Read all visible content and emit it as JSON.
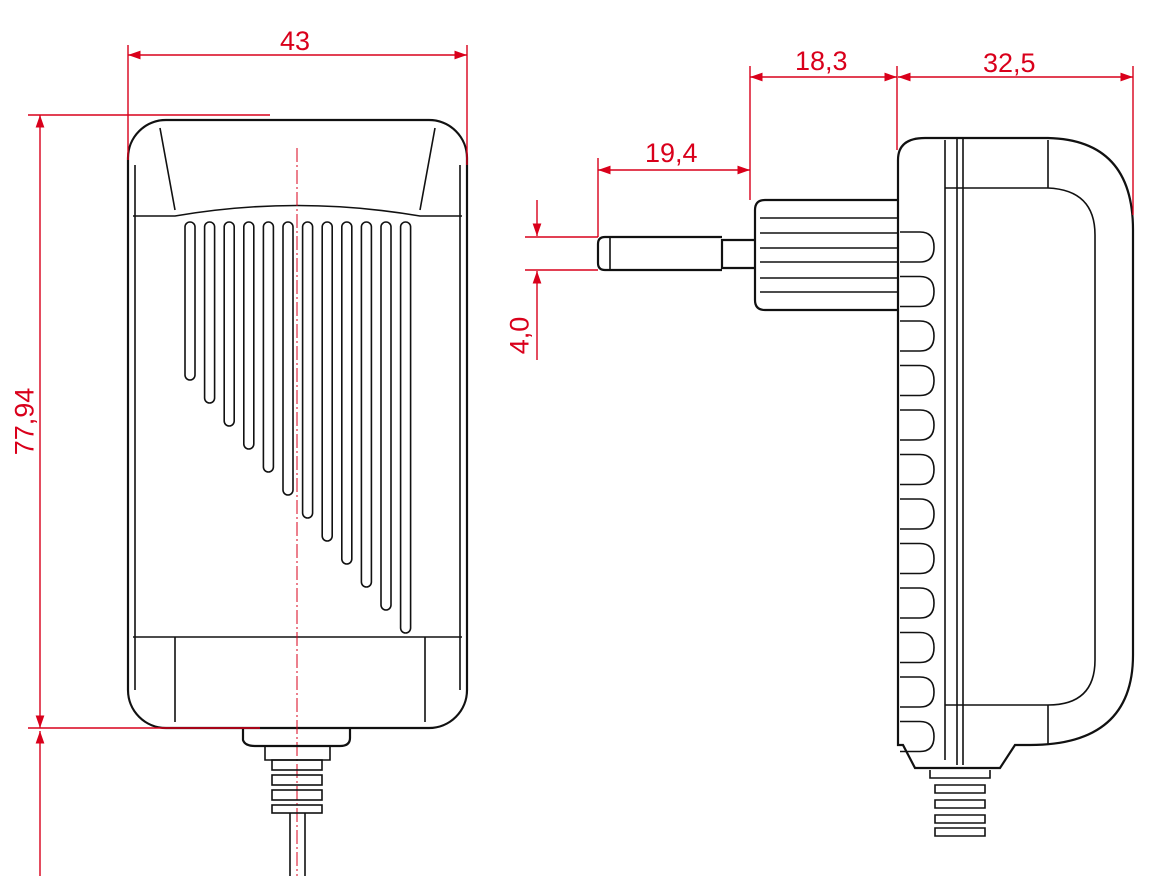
{
  "dimensions": {
    "front_width": "43",
    "front_height": "77,94",
    "pin_length": "19,4",
    "plug_depth": "18,3",
    "body_depth": "32,5",
    "pin_diameter": "4,0"
  },
  "colors": {
    "dimension": "#d9001b",
    "outline": "#111111"
  }
}
